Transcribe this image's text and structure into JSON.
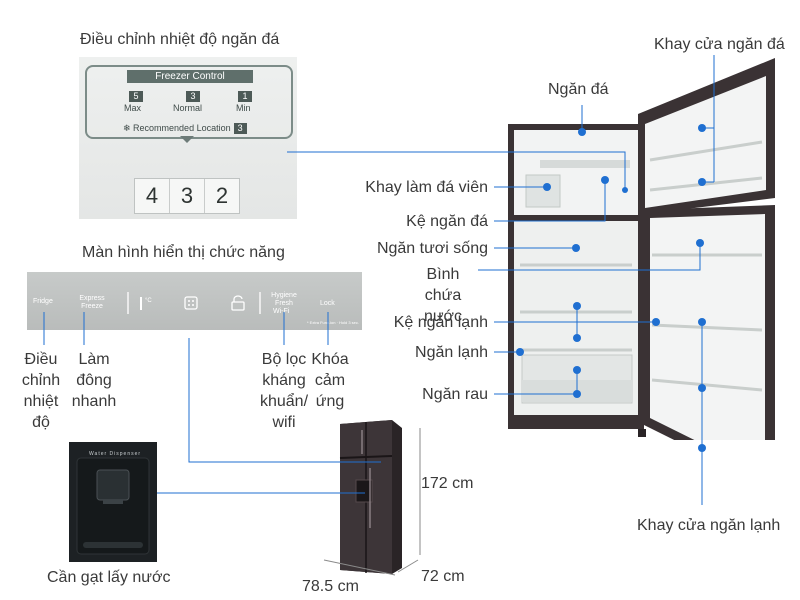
{
  "labels": {
    "freezer_temp_control": "Điều chỉnh nhiệt độ ngăn đá",
    "display_panel": "Màn hình hiển thị chức năng",
    "freezer_compartment": "Ngăn đá",
    "freezer_door_tray": "Khay cửa ngăn đá",
    "ice_tray": "Khay làm đá viên",
    "freezer_shelf": "Kệ ngăn đá",
    "fresh_zone": "Ngăn tươi sống",
    "water_tank": "Bình chứa nước",
    "fridge_shelf": "Kệ ngăn lạnh",
    "fridge_compartment": "Ngăn lạnh",
    "vegetable_drawer": "Ngăn rau",
    "fridge_door_tray": "Khay cửa ngăn lạnh",
    "fridge_temp_adjust": "Điều chỉnh nhiệt độ",
    "express_freeze": "Làm đông nhanh",
    "hygiene_filter_wifi": "Bộ lọc kháng khuẩn/ wifi",
    "touch_lock": "Khóa cảm ứng",
    "water_lever": "Cần gạt lấy nước"
  },
  "dimensions": {
    "height": "172 cm",
    "width": "78.5 cm",
    "depth": "72 cm"
  },
  "freezer_panel": {
    "title": "Freezer Control",
    "levels": [
      {
        "num": "5",
        "label": "Max"
      },
      {
        "num": "3",
        "label": "Normal"
      },
      {
        "num": "1",
        "label": "Min"
      }
    ],
    "recommended_label": "❄ Recommended Location",
    "recommended_value": "3",
    "dial_digits": [
      "4",
      "3",
      "2"
    ]
  },
  "display_panel": {
    "fridge": "Fridge",
    "express_freeze": "Express Freeze",
    "hygiene": "Hygiene Fresh",
    "wifi": "Wi-Fi",
    "lock": "Lock",
    "temp_unit": "°C",
    "note": "* Extra Func.ion · Hold 3 sec."
  },
  "dispenser": {
    "label": "Water Dispenser"
  },
  "colors": {
    "dot": "#1f6fd1",
    "line": "#1f6fd1",
    "text": "#3a3a3a",
    "fridge_body": "#2a2426"
  }
}
